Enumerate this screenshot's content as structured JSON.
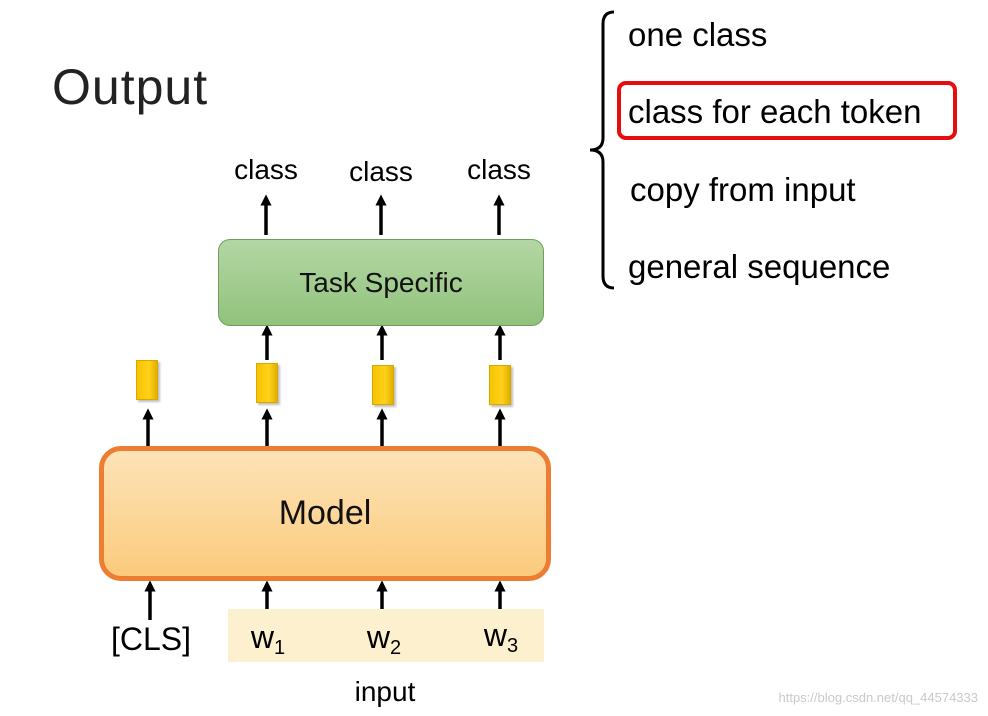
{
  "slide": {
    "title": "Output"
  },
  "options": [
    {
      "label": "one class",
      "highlighted": false
    },
    {
      "label": "class for each token",
      "highlighted": true
    },
    {
      "label": "copy from input",
      "highlighted": false
    },
    {
      "label": "general sequence",
      "highlighted": false
    }
  ],
  "diagram": {
    "outputs": [
      "class",
      "class",
      "class"
    ],
    "task_label": "Task Specific",
    "model_label": "Model",
    "cls_token": "[CLS]",
    "tokens": [
      {
        "base": "w",
        "sub": "1"
      },
      {
        "base": "w",
        "sub": "2"
      },
      {
        "base": "w",
        "sub": "3"
      }
    ],
    "input_label": "input"
  },
  "watermark": "https://blog.csdn.net/qq_44574333",
  "colors": {
    "highlight": "#e80d0d",
    "model_border": "#ed7d31",
    "model_fill": "#fbcb7d",
    "task_fill": "#a3cd91",
    "embedding": "#ffc000",
    "input_band": "#fdf0cf"
  }
}
